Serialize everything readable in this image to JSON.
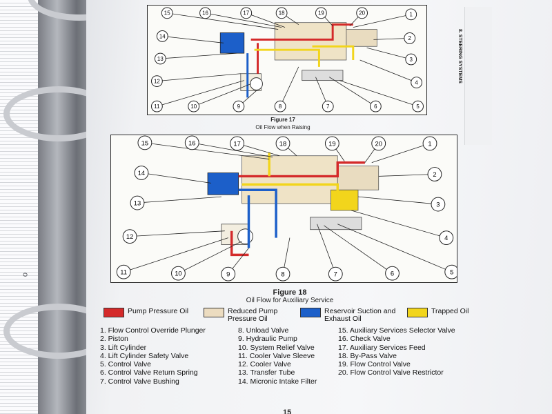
{
  "tab": {
    "text": "8. STEERING SYSTEMS"
  },
  "spine": {
    "text": "o"
  },
  "figure17": {
    "title": "Figure 17",
    "caption": "Oil Flow when Raising",
    "callouts": [
      "1",
      "2",
      "3",
      "4",
      "5",
      "6",
      "7",
      "8",
      "9",
      "10",
      "11",
      "12",
      "13",
      "14",
      "15",
      "16",
      "17",
      "18",
      "19",
      "20"
    ]
  },
  "figure18": {
    "title": "Figure 18",
    "caption": "Oil Flow for Auxiliary Service",
    "callouts": [
      "1",
      "2",
      "3",
      "4",
      "5",
      "6",
      "7",
      "8",
      "9",
      "10",
      "11",
      "12",
      "13",
      "14",
      "15",
      "16",
      "17",
      "18",
      "19",
      "20"
    ]
  },
  "legend": [
    {
      "label": "Pump Pressure Oil",
      "color": "#d42a2a"
    },
    {
      "label": "Reduced Pump Pressure Oil",
      "color": "#ecdcc0"
    },
    {
      "label": "Reservoir Suction and Exhaust Oil",
      "color": "#1c5fc9"
    },
    {
      "label": "Trapped Oil",
      "color": "#f2d51c"
    }
  ],
  "parts": [
    [
      "1. Flow Control Override Plunger",
      "2. Piston",
      "3. Lift Cylinder",
      "4. Lift Cylinder Safety Valve",
      "5. Control Valve",
      "6. Control Valve Return Spring",
      "7. Control Valve Bushing"
    ],
    [
      "8. Unload Valve",
      "9. Hydraulic Pump",
      "10. System Relief Valve",
      "11. Cooler Valve Sleeve",
      "12. Cooler Valve",
      "13. Transfer Tube",
      "14. Micronic Intake Filter"
    ],
    [
      "15. Auxiliary Services Selector Valve",
      "16. Check Valve",
      "17. Auxiliary Services Feed",
      "18. By-Pass Valve",
      "19. Flow Control Valve",
      "20. Flow Control Valve Restrictor"
    ]
  ],
  "page_number": "15"
}
